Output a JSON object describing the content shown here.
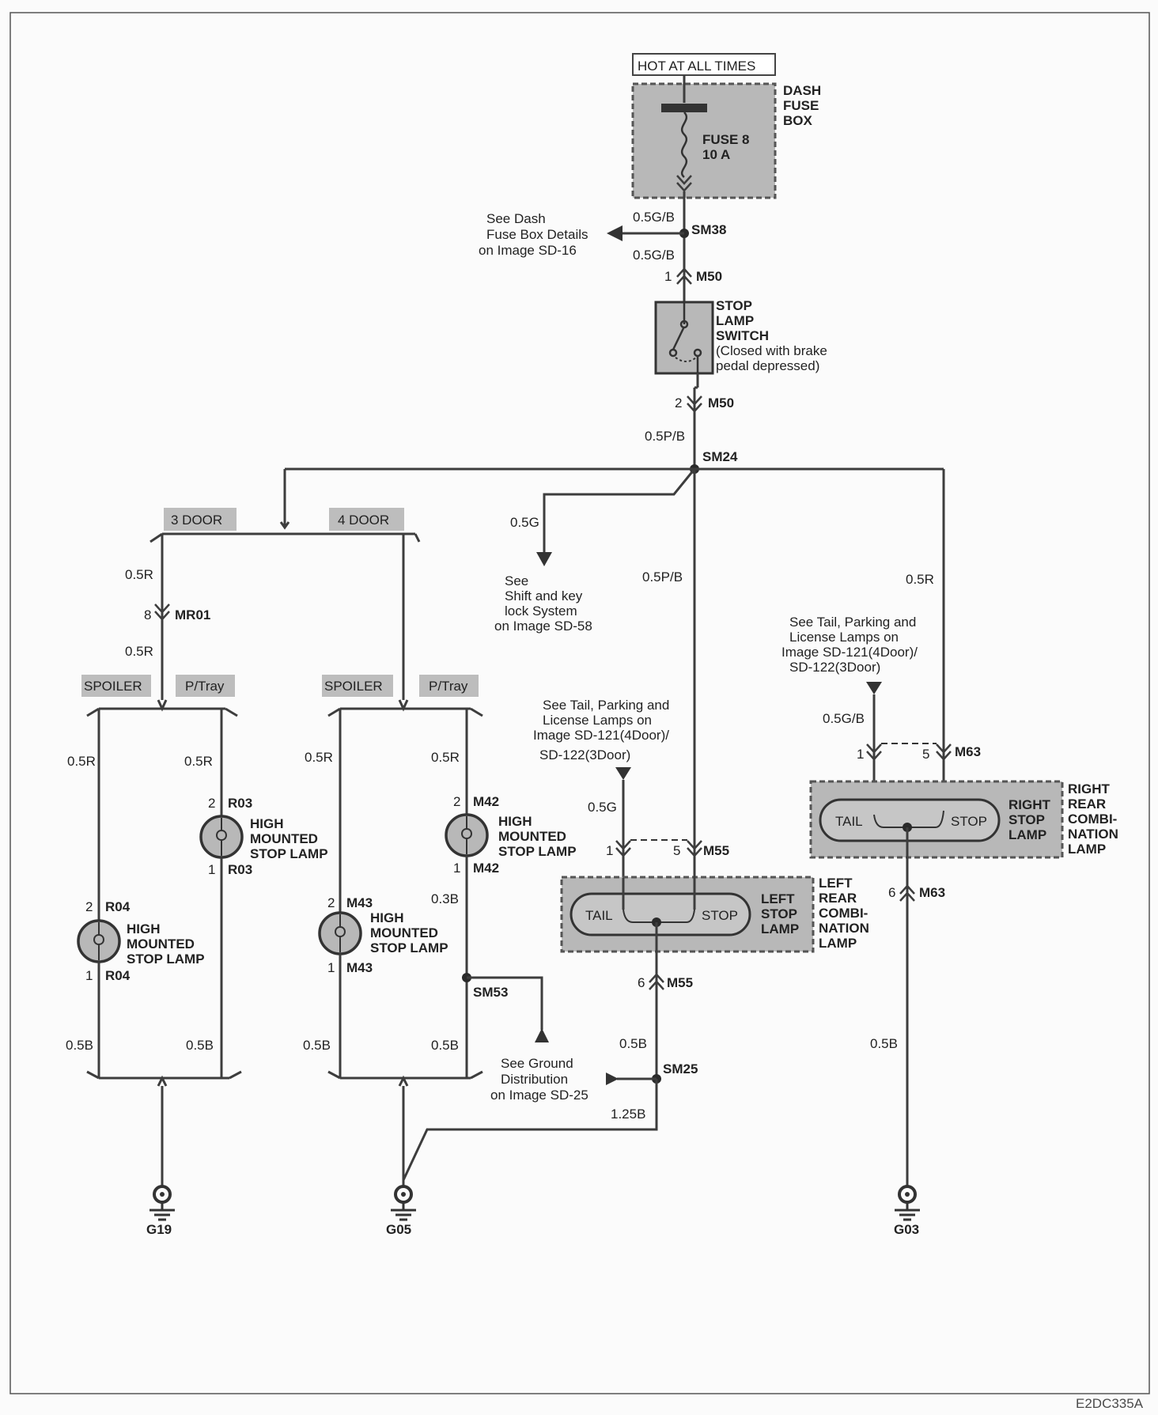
{
  "power": {
    "hot_label": "HOT AT ALL TIMES"
  },
  "fuse_box": {
    "label": [
      "DASH",
      "FUSE",
      "BOX"
    ],
    "fuse": [
      "FUSE 8",
      "10 A"
    ]
  },
  "splices": {
    "sm38": "SM38",
    "sm24": "SM24",
    "sm53": "SM53",
    "sm25": "SM25"
  },
  "refs": {
    "dash_fuse": [
      "See Dash",
      "Fuse Box Details",
      "on Image SD-16"
    ],
    "shift_lock": [
      "See",
      "Shift and key",
      "lock System",
      "on Image SD-58"
    ],
    "tail_right": [
      "See Tail, Parking and",
      "License Lamps on",
      "Image SD-121(4Door)/",
      "SD-122(3Door)"
    ],
    "tail_left": [
      "See Tail, Parking and",
      "License Lamps on",
      "Image SD-121(4Door)/",
      "SD-122(3Door)"
    ],
    "ground": [
      "See Ground",
      "Distribution",
      "on Image SD-25"
    ]
  },
  "switch": {
    "label": [
      "STOP",
      "LAMP",
      "SWITCH"
    ],
    "note": [
      "(Closed with brake",
      "pedal depressed)"
    ]
  },
  "connectors": {
    "m50": "M50",
    "mr01": "MR01",
    "r03": "R03",
    "r04": "R04",
    "m42": "M42",
    "m43": "M43",
    "m55": "M55",
    "m63": "M63",
    "pin1": "1",
    "pin2": "2",
    "pin5": "5",
    "pin6": "6",
    "pin8": "8"
  },
  "wires": {
    "g_b": "0.5G/B",
    "p_b": "0.5P/B",
    "g": "0.5G",
    "r": "0.5R",
    "b": "0.5B",
    "b03": "0.3B",
    "b125": "1.25B"
  },
  "options": {
    "door3": "3 DOOR",
    "door4": "4 DOOR",
    "spoiler": "SPOILER",
    "ptray": "P/Tray"
  },
  "hmsl": {
    "label": [
      "HIGH",
      "MOUNTED",
      "STOP LAMP"
    ]
  },
  "left_lamp": {
    "tail": "TAIL",
    "stop": "STOP",
    "inner": [
      "LEFT",
      "STOP",
      "LAMP"
    ],
    "outer": [
      "LEFT",
      "REAR",
      "COMBI-",
      "NATION",
      "LAMP"
    ]
  },
  "right_lamp": {
    "tail": "TAIL",
    "stop": "STOP",
    "inner": [
      "RIGHT",
      "STOP",
      "LAMP"
    ],
    "outer": [
      "RIGHT",
      "REAR",
      "COMBI-",
      "NATION",
      "LAMP"
    ]
  },
  "grounds": {
    "g19": "G19",
    "g05": "G05",
    "g03": "G03"
  },
  "footer": {
    "code": "E2DC335A"
  }
}
